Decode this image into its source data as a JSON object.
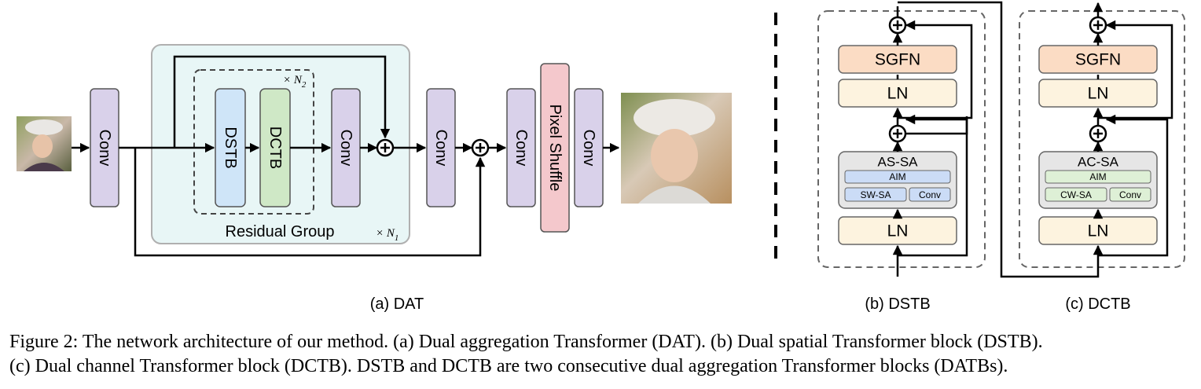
{
  "panel_a": {
    "conv1": "Conv",
    "dstb": "DSTB",
    "dctb": "DCTB",
    "conv2": "Conv",
    "conv3": "Conv",
    "conv4": "Conv",
    "pixel_shuffle": "Pixel Shuffle",
    "conv5": "Conv",
    "n2_label": "× N",
    "n2_sub": "2",
    "n1_label": "× N",
    "n1_sub": "1",
    "residual_group": "Residual Group",
    "label": "(a) DAT"
  },
  "panel_b": {
    "sgfn": "SGFN",
    "ln_top": "LN",
    "attn_title": "AS-SA",
    "aim": "AIM",
    "sa": "SW-SA",
    "conv": "Conv",
    "ln_bottom": "LN",
    "label": "(b) DSTB"
  },
  "panel_c": {
    "sgfn": "SGFN",
    "ln_top": "LN",
    "attn_title": "AC-SA",
    "aim": "AIM",
    "sa": "CW-SA",
    "conv": "Conv",
    "ln_bottom": "LN",
    "label": "(c) DCTB"
  },
  "caption": {
    "line1": "Figure 2: The network architecture of our method. (a) Dual aggregation Transformer (DAT). (b) Dual spatial Transformer block (DSTB).",
    "line2": "(c) Dual channel Transformer block (DCTB). DSTB and DCTB are two consecutive dual aggregation Transformer blocks (DATBs)."
  },
  "colors": {
    "conv_fill": "#d9d1ea",
    "dstb_fill": "#cfe5f8",
    "dctb_fill": "#cfe8c6",
    "pixel_shuffle_fill": "#f4c8cc",
    "residual_group_fill": "#e8f6f6",
    "sgfn_fill": "#fbdcc4",
    "ln_fill": "#fdf3df",
    "attn_fill": "#e6e6e6",
    "dstb_inner_fill": "#cbdcf6",
    "dctb_inner_fill": "#def0d6"
  }
}
